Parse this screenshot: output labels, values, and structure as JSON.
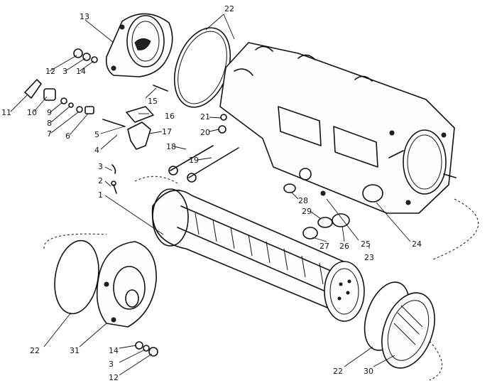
{
  "part_labels": [
    "13",
    "22",
    "12",
    "3",
    "14",
    "15",
    "11",
    "10",
    "9",
    "8",
    "7",
    "6",
    "16",
    "21",
    "20",
    "5",
    "4",
    "17",
    "18",
    "19",
    "3",
    "2",
    "1",
    "28",
    "29",
    "25",
    "26",
    "24",
    "27",
    "23",
    "22",
    "31",
    "14",
    "3",
    "12",
    "22",
    "30"
  ]
}
